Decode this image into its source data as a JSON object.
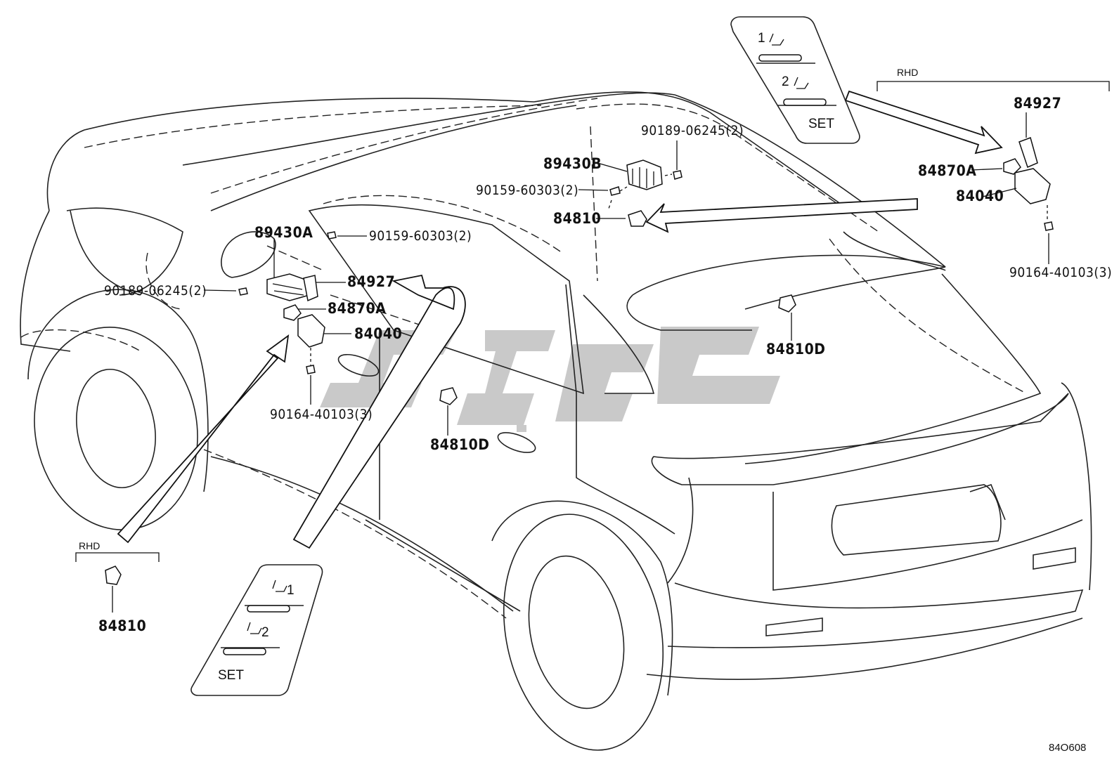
{
  "diagram": {
    "drawing_code": "84O608",
    "watermark_text": "",
    "callouts": {
      "top_89430b": "89430B",
      "top_90189": "90189-06245(2)",
      "top_90159": "90159-60303(2)",
      "top_84810": "84810",
      "left_89430a": "89430A",
      "left_90159": "90159-60303(2)",
      "left_90189": "90189-06245(2)",
      "left_84927": "84927",
      "left_84870a": "84870A",
      "left_84040": "84040",
      "left_90164": "90164-40103(3)",
      "door_84810d": "84810D",
      "rear_84810d": "84810D",
      "rhd_left_84810": "84810",
      "rhd_right_84927": "84927",
      "rhd_right_84870a": "84870A",
      "rhd_right_84040": "84040",
      "rhd_right_90164": "90164-40103(3)"
    },
    "rhd_left_label": "RHD",
    "rhd_right_label": "RHD",
    "switch_panel_top": {
      "button_1": "1",
      "button_2": "2",
      "set": "SET"
    },
    "switch_panel_bottom": {
      "button_1": "1",
      "button_2": "2",
      "set": "SET"
    }
  }
}
